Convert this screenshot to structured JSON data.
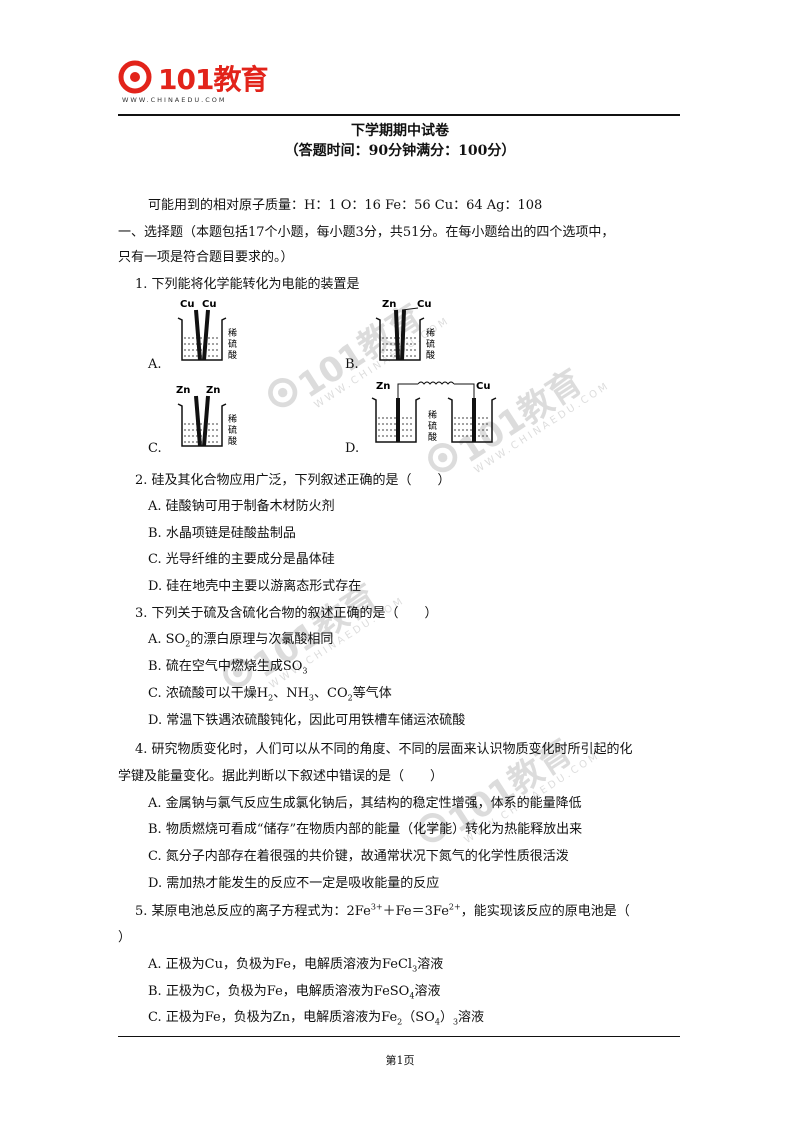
{
  "header": {
    "logo_text": "101教育",
    "logo_url": "WWW.CHINAEDU.COM"
  },
  "title": {
    "main": "下学期期中试卷",
    "sub": "（答题时间：90分钟满分：100分）"
  },
  "intro": "可能用到的相对原子质量：H：1   O：16   Fe：56   Cu：64   Ag：108",
  "section1": {
    "line1": "一、选择题（本题包括17个小题，每小题3分，共51分。在每小题给出的四个选项中，",
    "line2": "只有一项是符合题目要求的。）"
  },
  "q1": {
    "stem": "1. 下列能将化学能转化为电能的装置是",
    "diagrams": {
      "A": {
        "label": "A.",
        "left": "Cu",
        "right": "Cu",
        "acid": [
          "稀",
          "硫",
          "酸"
        ]
      },
      "B": {
        "label": "B.",
        "left": "Zn",
        "right": "Cu",
        "acid": [
          "稀",
          "硫",
          "酸"
        ]
      },
      "C": {
        "label": "C.",
        "left": "Zn",
        "right": "Zn",
        "acid": [
          "稀",
          "硫",
          "酸"
        ]
      },
      "D": {
        "label": "D.",
        "left": "Zn",
        "right": "Cu",
        "acid": [
          "稀",
          "硫",
          "酸"
        ]
      }
    }
  },
  "q2": {
    "stem": "2. 硅及其化合物应用广泛，下列叙述正确的是（　　）",
    "options": [
      "A. 硅酸钠可用于制备木材防火剂",
      "B. 水晶项链是硅酸盐制品",
      "C. 光导纤维的主要成分是晶体硅",
      "D. 硅在地壳中主要以游离态形式存在"
    ]
  },
  "q3": {
    "stem": "3. 下列关于硫及含硫化合物的叙述正确的是（　　）",
    "a_prefix": "A. SO",
    "a_sub": "2",
    "a_rest": "的漂白原理与次氯酸相同",
    "b_prefix": "B. 硫在空气中燃烧生成SO",
    "b_sub": "3",
    "c_prefix": "C. 浓硫酸可以干燥H",
    "c_sub1": "2",
    "c_mid1": "、NH",
    "c_sub2": "3",
    "c_mid2": "、CO",
    "c_sub3": "2",
    "c_rest": "等气体",
    "d": "D. 常温下铁遇浓硫酸钝化，因此可用铁槽车储运浓硫酸"
  },
  "q4": {
    "stem1": "4. 研究物质变化时，人们可以从不同的角度、不同的层面来认识物质变化时所引起的化",
    "stem2": "学键及能量变化。据此判断以下叙述中错误的是（　　）",
    "options": [
      "A. 金属钠与氯气反应生成氯化钠后，其结构的稳定性增强，体系的能量降低",
      "B. 物质燃烧可看成“储存”在物质内部的能量（化学能）转化为热能释放出来",
      "C. 氮分子内部存在着很强的共价键，故通常状况下氮气的化学性质很活泼",
      "D. 需加热才能发生的反应不一定是吸收能量的反应"
    ]
  },
  "q5": {
    "stem_a": "5. 某原电池总反应的离子方程式为：2Fe",
    "sup1": "3+",
    "stem_b": "＋Fe＝3Fe",
    "sup2": "2+",
    "stem_c": "，能实现该反应的原电池是（",
    "stem2": "）",
    "a_prefix": "A. 正极为Cu，负极为Fe，电解质溶液为FeCl",
    "a_sub": "3",
    "a_rest": "溶液",
    "b_prefix": "B. 正极为C，负极为Fe，电解质溶液为FeSO",
    "b_sub": "4",
    "b_rest": "溶液",
    "c_prefix": "C. 正极为Fe，负极为Zn，电解质溶液为Fe",
    "c_sub": "2",
    "c_mid": "（SO",
    "c_sub2": "4",
    "c_end": "）",
    "c_sub3": "3",
    "c_rest": "溶液"
  },
  "footer": {
    "page": "第1页"
  },
  "watermark": {
    "text": "101教育",
    "url": "WWW.CHINAEDU.COM"
  },
  "colors": {
    "brand": "#e2231a",
    "liquid": "#444444"
  }
}
